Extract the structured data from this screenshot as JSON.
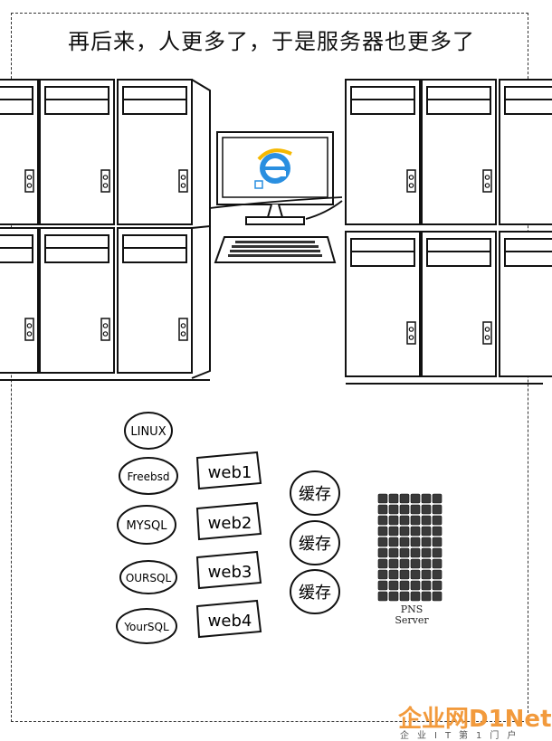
{
  "title": "再后来，人更多了，于是服务器也更多了",
  "database_nodes": [
    "LINUX",
    "Freebsd",
    "MYSQL",
    "OURSQL",
    "YourSQL"
  ],
  "web_nodes": [
    "web1",
    "web2",
    "web3",
    "web4"
  ],
  "cache_nodes": [
    "缓存",
    "缓存",
    "缓存"
  ],
  "dns_server": {
    "line1": "PNS",
    "line2": "Server"
  },
  "watermark": {
    "main": "企业网D1Net",
    "sub": "企业IT第1门户"
  },
  "client_icon": "internet-explorer-icon"
}
